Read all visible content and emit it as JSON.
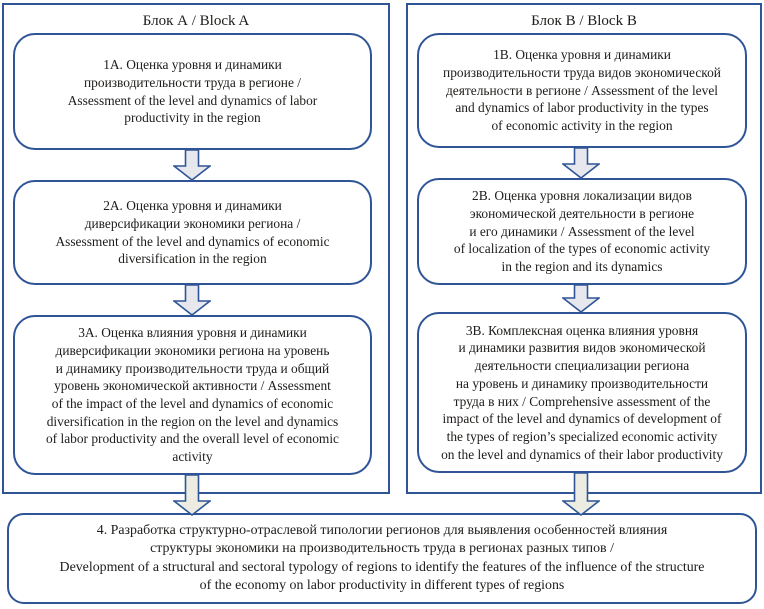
{
  "colors": {
    "line": "#2f5597",
    "text": "#1e1c1a",
    "bg": "#ffffff",
    "arrow_fill": "#e7e7ee",
    "arrow_fill_bottom": "#ecece2"
  },
  "blocks": [
    {
      "header": "Блок А / Block A",
      "boxes": [
        {
          "text": "1А. Оценка уровня и динамики\nпроизводительности труда в регионе /\nAssessment of the level and dynamics of labor\nproductivity in the region"
        },
        {
          "text": "2А. Оценка уровня и динамики\nдиверсификации экономики региона /\nAssessment of the level and dynamics of economic\ndiversification in the region"
        },
        {
          "text": "3А. Оценка влияния уровня и динамики\nдиверсификации экономики региона на уровень\nи динамику производительности труда и общий\nуровень экономической активности / Assessment\nof the impact of the level and dynamics of economic\ndiversification in the region on the level and dynamics\nof labor productivity and the overall level of economic\nactivity"
        }
      ]
    },
    {
      "header": "Блок В / Block B",
      "boxes": [
        {
          "text": "1В. Оценка уровня и динамики\nпроизводительности труда видов экономической\nдеятельности в регионе / Assessment of the level\nand dynamics of labor productivity in the types\nof economic activity in the region"
        },
        {
          "text": "2В. Оценка уровня локализации видов\nэкономической деятельности в регионе\nи его динамики / Assessment of the level\nof localization of the types of economic activity\nin the region and its dynamics"
        },
        {
          "text": "3В. Комплексная оценка влияния уровня\nи динамики развития видов экономической\nдеятельности специализации региона\nна уровень и динамику производительности\nтруда в них / Comprehensive assessment of the\nimpact of the level and dynamics of development of\nthe types of region’s specialized economic activity\non the level and dynamics of their labor productivity"
        }
      ]
    }
  ],
  "final_box": {
    "text": "4. Разработка структурно-отраслевой типологии регионов для выявления особенностей влияния\nструктуры экономики на производительность труда в регионах разных типов /\nDevelopment of a structural and sectoral typology of regions to identify the features of the influence of the structure\nof the economy on labor productivity in different types of regions"
  }
}
